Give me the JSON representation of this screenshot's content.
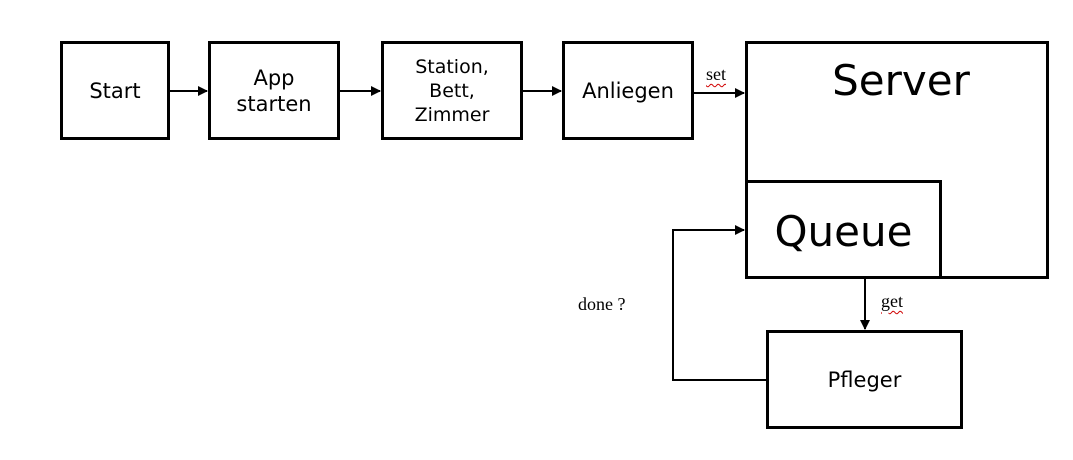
{
  "nodes": {
    "start": "Start",
    "app_starten": "App\nstarten",
    "station_bett_zimmer": "Station,\nBett,\nZimmer",
    "anliegen": "Anliegen",
    "server": "Server",
    "queue": "Queue",
    "pfleger": "Pfleger"
  },
  "edges": {
    "set": "set",
    "get": "get",
    "done": "done ?"
  }
}
